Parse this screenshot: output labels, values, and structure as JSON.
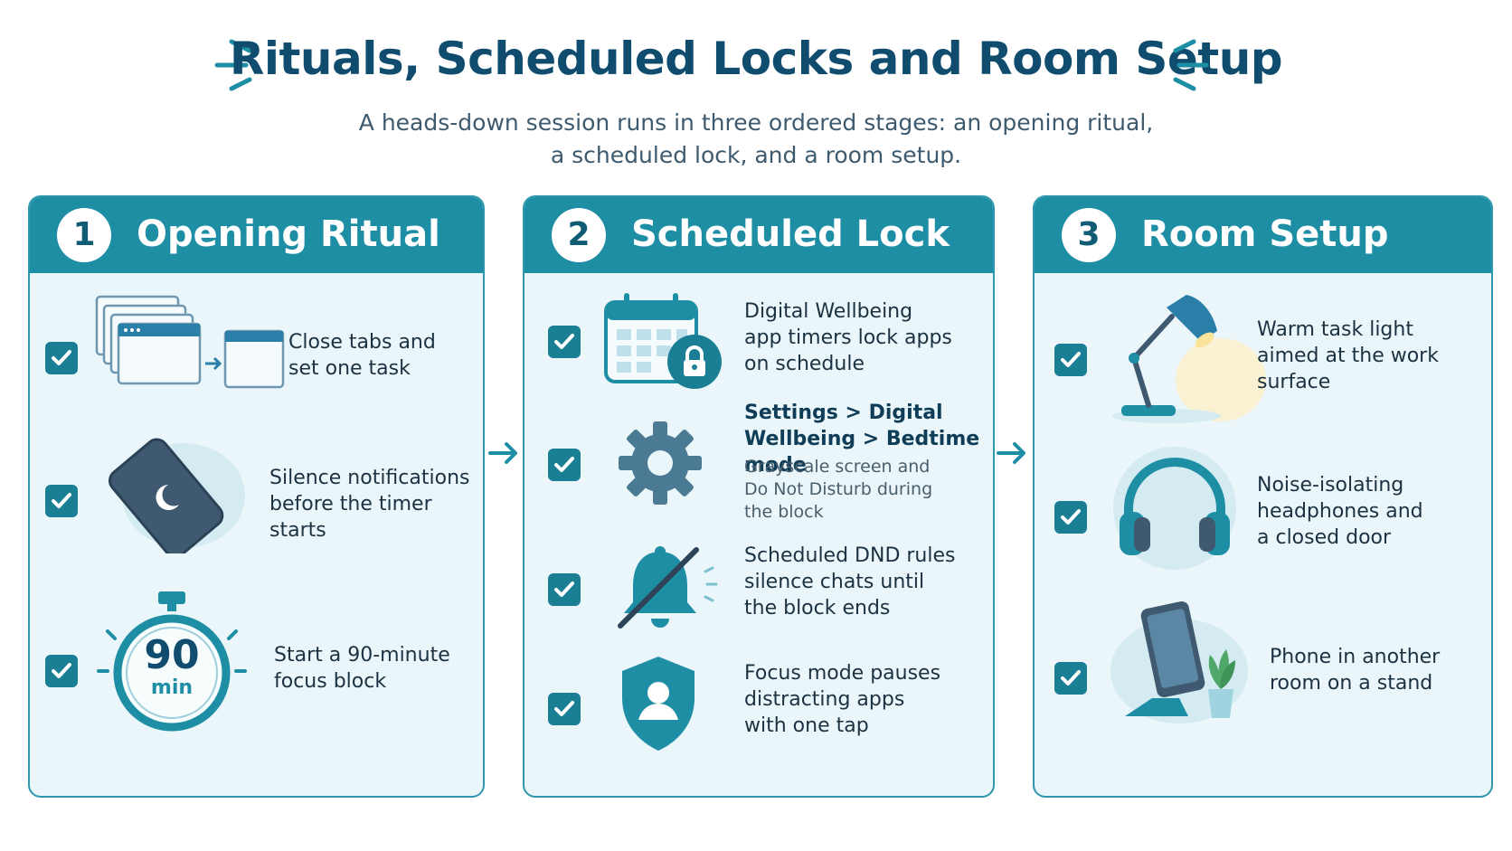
{
  "title": "Rituals, Scheduled Locks and Room Setup",
  "subtitle_line1": "A heads-down session runs in three ordered stages: an opening ritual,",
  "subtitle_line2": "a scheduled lock, and a room setup.",
  "colors": {
    "header": "#1e8ea5",
    "panel_bg": "#eaf6f9",
    "check": "#1a7f95",
    "title": "#0f4c6e"
  },
  "stages": [
    {
      "number": "1",
      "title": "Opening Ritual",
      "items": [
        {
          "icon": "browser-tabs-icon",
          "lines": [
            "Close tabs and",
            "set one task"
          ]
        },
        {
          "icon": "silenced-phone-icon",
          "lines": [
            "Silence notifications",
            "before the timer",
            "starts"
          ]
        },
        {
          "icon": "stopwatch-icon",
          "timer_number": "90",
          "timer_unit": "min",
          "lines": [
            "Start a 90-minute",
            "focus block"
          ]
        }
      ]
    },
    {
      "number": "2",
      "title": "Scheduled Lock",
      "items": [
        {
          "icon": "calendar-lock-icon",
          "lines": [
            "Digital Wellbeing",
            "app timers lock apps",
            "on schedule"
          ]
        },
        {
          "icon": "gear-icon",
          "bold_lines": [
            "Settings > Digital",
            "Wellbeing > Bedtime mode"
          ],
          "lines": [
            "Grayscale screen and",
            "Do Not Disturb during",
            "the block"
          ]
        },
        {
          "icon": "bell-off-icon",
          "lines": [
            "Scheduled DND rules",
            "silence chats until",
            "the block ends"
          ]
        },
        {
          "icon": "shield-user-icon",
          "lines": [
            "Focus mode pauses",
            "distracting apps",
            "with one tap"
          ]
        }
      ]
    },
    {
      "number": "3",
      "title": "Room Setup",
      "items": [
        {
          "icon": "desk-lamp-icon",
          "lines": [
            "Warm task light",
            "aimed at the work",
            "surface"
          ]
        },
        {
          "icon": "headphones-icon",
          "lines": [
            "Noise-isolating",
            "headphones and",
            "a closed door"
          ]
        },
        {
          "icon": "phone-stand-plant-icon",
          "lines": [
            "Phone in another",
            "room on a stand"
          ]
        }
      ]
    }
  ]
}
